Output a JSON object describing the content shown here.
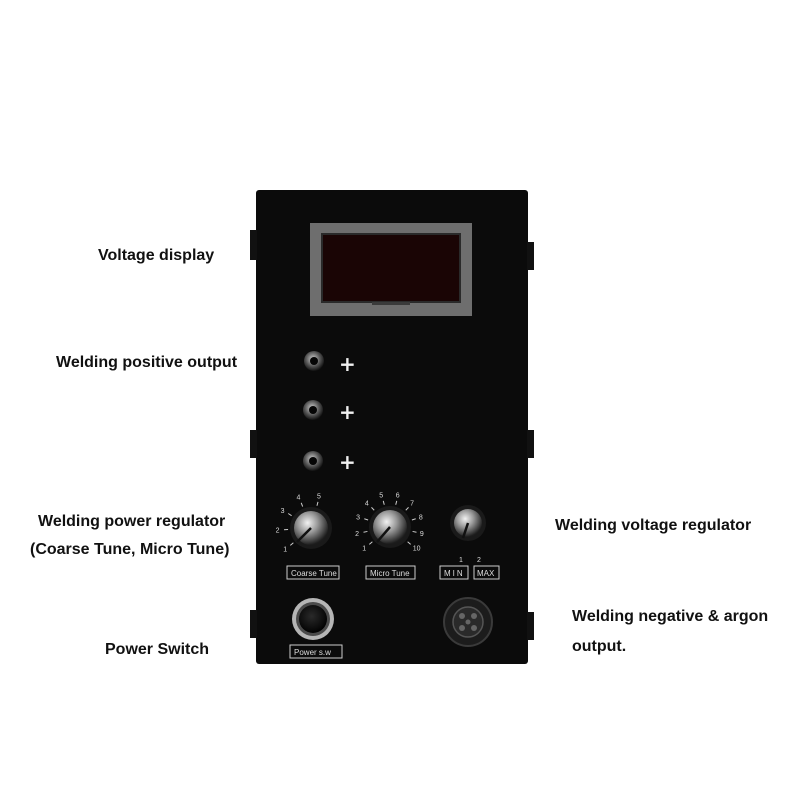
{
  "callouts": {
    "voltage_display": "Voltage display",
    "positive_output": "Welding positive output",
    "power_regulator_line1": "Welding power regulator",
    "power_regulator_line2": "(Coarse Tune, Micro Tune)",
    "power_switch": "Power Switch",
    "voltage_regulator": "Welding voltage regulator",
    "negative_argon_line1": "Welding negative & argon",
    "negative_argon_line2": "output."
  },
  "panel": {
    "plus_symbol": "+",
    "coarse_tune_label": "Coarse Tune",
    "micro_tune_label": "Micro Tune",
    "min_label": "MIN",
    "max_label": "MAX",
    "power_switch_label": "Power s.w",
    "coarse_ticks": [
      "1",
      "2",
      "3",
      "4",
      "5"
    ],
    "micro_ticks": [
      "1",
      "2",
      "3",
      "4",
      "5",
      "6",
      "7",
      "8",
      "9",
      "10"
    ],
    "voltage_ticks": [
      "1",
      "2"
    ]
  },
  "colors": {
    "panel": "#0b0b0b",
    "display_bezel": "#7a7a7a",
    "display_screen": "#1a0505",
    "label_text": "#dddddd"
  }
}
